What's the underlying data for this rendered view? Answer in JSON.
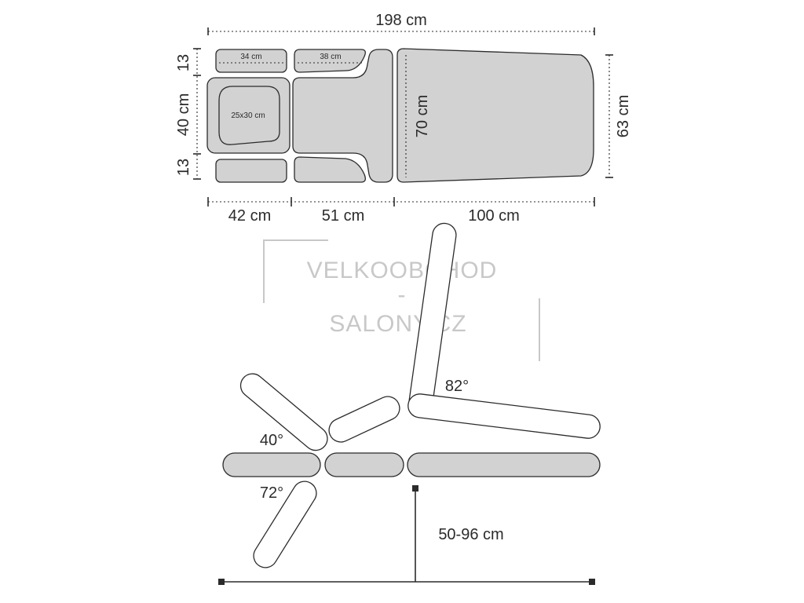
{
  "top_view": {
    "total_length": "198 cm",
    "width_total": "63 cm",
    "back_length": "70 cm",
    "head_segment": "42 cm",
    "seat_segment": "51 cm",
    "back_segment": "100 cm",
    "side_top": "13",
    "middle": "40 cm",
    "side_bottom": "13",
    "armrest_head": "34 cm",
    "armrest_seat": "38 cm",
    "face_hole": "25x30 cm"
  },
  "side_view": {
    "angle_back": "82°",
    "angle_head_up": "40°",
    "angle_head_down": "72°",
    "height_range": "50-96 cm"
  },
  "watermark": {
    "line1": "VELKOOBCHOD",
    "line2": "-",
    "line3": "SALONY.CZ"
  }
}
